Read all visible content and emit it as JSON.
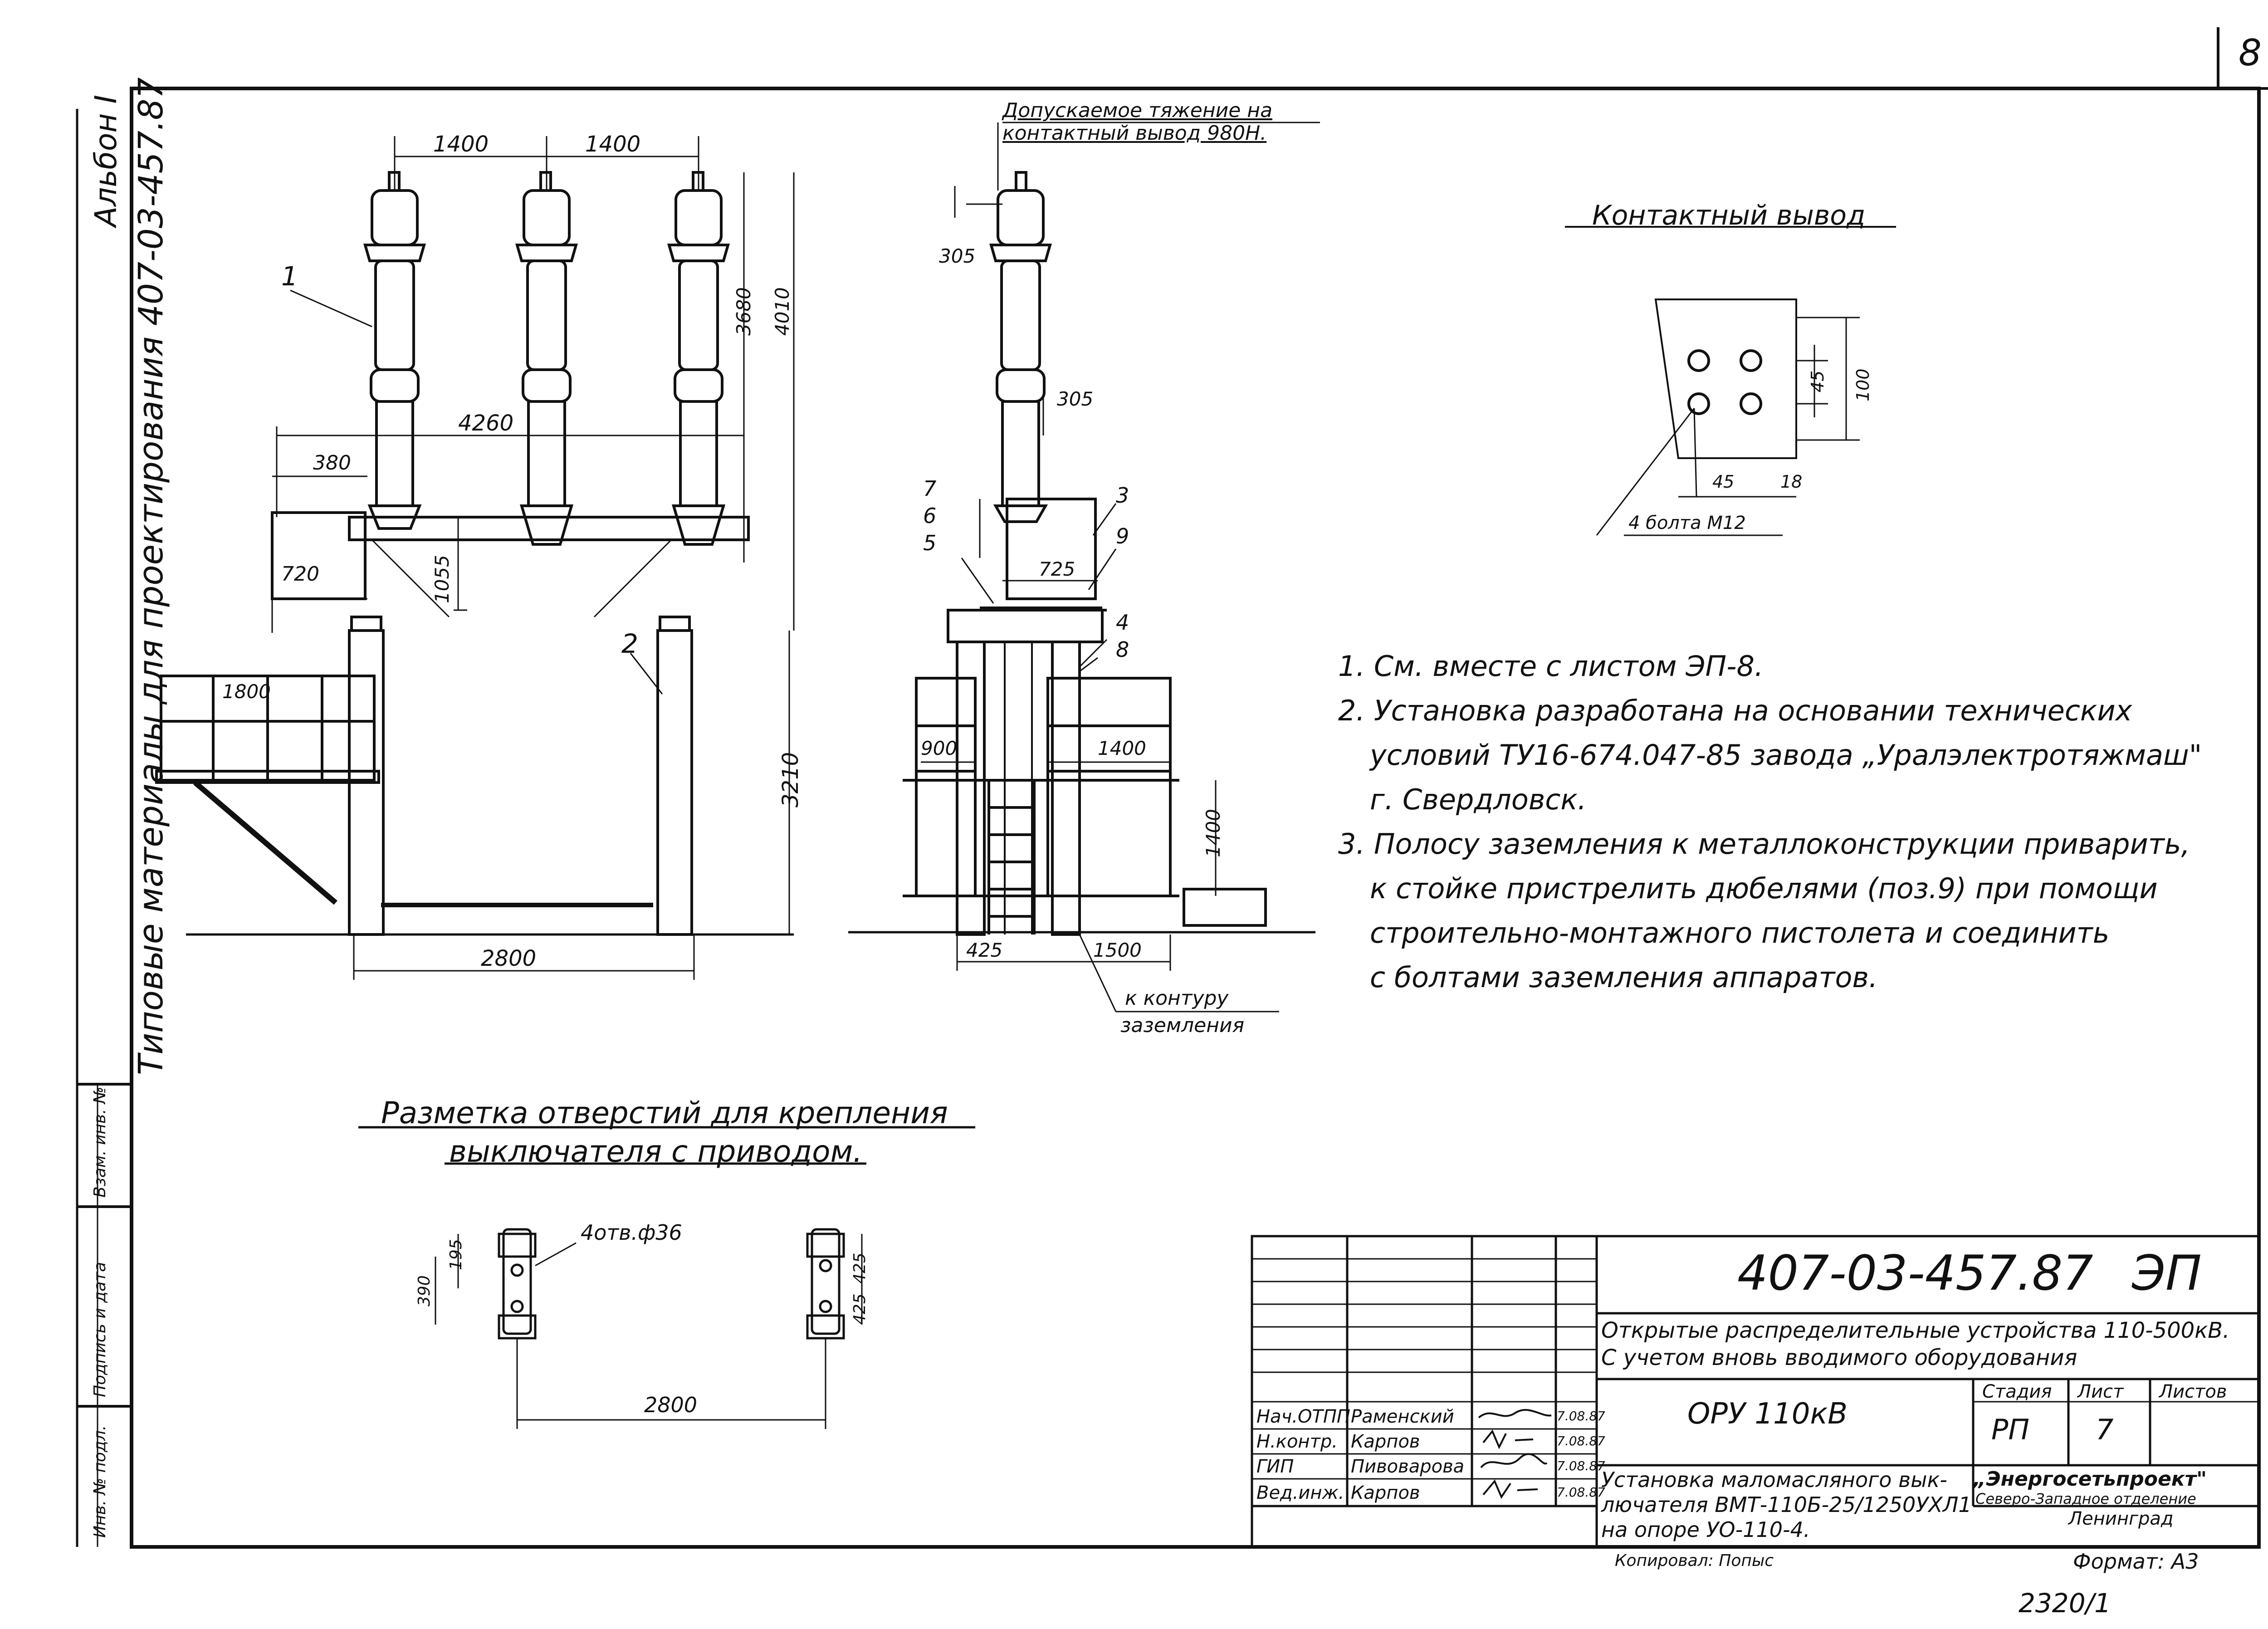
{
  "sheet": {
    "page_number": "8",
    "album": "Альбон I",
    "series_vertical": "Типовые материалы для проектирования 407-03-457.87",
    "side_stamp": [
      "Инв. № подл.",
      "Подпись и дата",
      "Взам. инв. №"
    ],
    "bottom_number": "2320/1",
    "copied_by": "Копировал: Попыс",
    "format": "Формат: А3"
  },
  "drawing_front": {
    "dims": [
      "1400",
      "1400",
      "4260",
      "380",
      "720",
      "1055",
      "3680",
      "4010",
      "3210",
      "1800",
      "2800"
    ],
    "pos": [
      "1",
      "2"
    ]
  },
  "drawing_side": {
    "note_line1": "Допускаемое тяжение на",
    "note_line2": "контактный вывод 980Н.",
    "dims": [
      "305",
      "305",
      "725",
      "900",
      "1400",
      "1400",
      "425",
      "1500"
    ],
    "pos": [
      "7",
      "6",
      "5",
      "3",
      "9",
      "4",
      "8"
    ],
    "ground1": "к контуру",
    "ground2": "заземления"
  },
  "contact_detail": {
    "title": "Контактный вывод",
    "dims": [
      "45",
      "100",
      "45",
      "18"
    ],
    "bolts": "4 болта М12"
  },
  "notes": [
    "1. См. вместе с листом ЭП-8.",
    "2. Установка разработана на основании технических",
    "условий ТУ16-674.047-85 завода „Уралэлектротяжмаш\"",
    "г. Свердловск.",
    "3. Полосу заземления к металлоконструкции приварить,",
    "к стойке пристрелить дюбелями (поз.9) при помощи",
    "строительно-монтажного пистолета и соединить",
    "с болтами заземления аппаратов."
  ],
  "holes": {
    "title1": "Разметка отверстий для крепления",
    "title2": "выключателя с приводом.",
    "holes_label": "4отв.ф36",
    "dims": [
      "195",
      "390",
      "425",
      "425",
      "2800"
    ]
  },
  "title_block": {
    "code": "407-03-457.87",
    "mark": "ЭП",
    "project_line1": "Открытые распределительные устройства 110-500кВ.",
    "project_line2": "С учетом вновь вводимого оборудования",
    "object": "ОРУ 110кВ",
    "stage_header": "Стадия",
    "sheet_header": "Лист",
    "sheets_header": "Листов",
    "stage": "РП",
    "sheet": "7",
    "sheets": "",
    "desc_line1": "Установка маломасляного вык-",
    "desc_line2": "лючателя ВМТ-110Б-25/1250УХЛ1",
    "desc_line3": "на опоре УО-110-4.",
    "org_line1": "„Энергосетьпроект\"",
    "org_line2": "Северо-Западное отделение",
    "org_line3": "Ленинград",
    "people": [
      {
        "role": "Нач.ОТПП",
        "name": "Раменский",
        "date": "7.08.87"
      },
      {
        "role": "Н.контр.",
        "name": "Карпов",
        "date": "7.08.87"
      },
      {
        "role": "ГИП",
        "name": "Пивоварова",
        "date": "7.08.87"
      },
      {
        "role": "Вед.инж.",
        "name": "Карпов",
        "date": "7.08.87"
      }
    ]
  }
}
